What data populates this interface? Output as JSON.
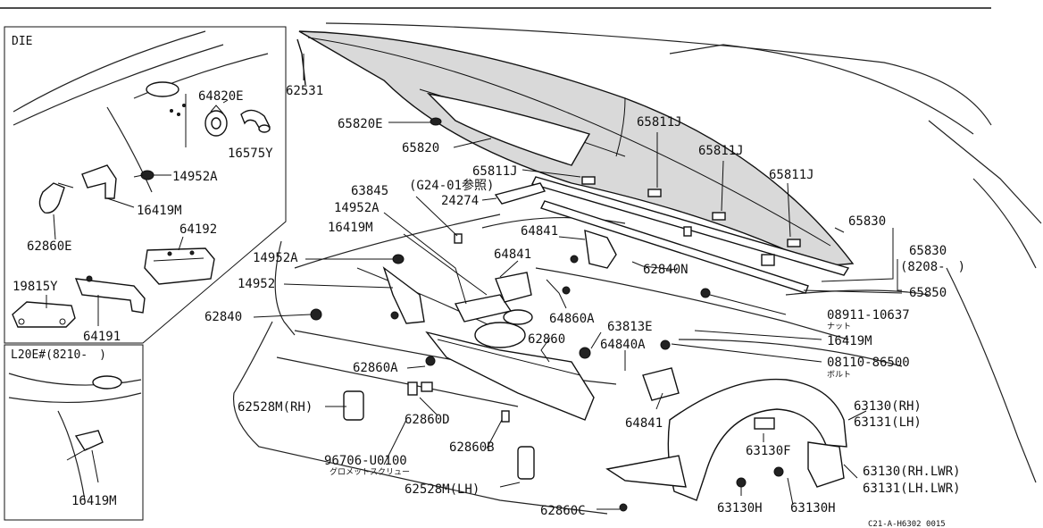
{
  "frames": {
    "die": "DIE",
    "l20e": "L20E#(8210-　)"
  },
  "labels": {
    "p62531": "62531",
    "p65820e": "65820E",
    "p65820": "65820",
    "p65811j_a": "65811J",
    "p65811j_b": "65811J",
    "p65811j_c": "65811J",
    "p65811j_d": "65811J",
    "g2401": "(G24-01参照)",
    "p24274": "24274",
    "p63845": "63845",
    "p14952a_1": "14952A",
    "p16419m_1": "16419M",
    "p14952a_2": "14952A",
    "p14952": "14952",
    "p62840": "62840",
    "p64841_a": "64841",
    "p64841_b": "64841",
    "p64841_c": "64841",
    "p62840n": "62840N",
    "p64860a": "64860A",
    "p62860": "62860",
    "p63813e": "63813E",
    "p64840a": "64840A",
    "p62860a": "62860A",
    "p62860d": "62860D",
    "p62528m_rh": "62528M(RH)",
    "p96706": "96706-U0100",
    "grommet_screw": "グロメットスクリュー",
    "p62860b": "62860B",
    "p62528m_lh": "62528M(LH)",
    "p62860c": "62860C",
    "p63130h_a": "63130H",
    "p63130h_b": "63130H",
    "p63130f": "63130F",
    "p63130rh": "63130(RH)",
    "p63131lh": "63131(LH)",
    "p63130rhlwr": "63130(RH.LWR)",
    "p63131lhlwr": "63131(LH.LWR)",
    "p65830_a": "65830",
    "p65830_b": "65830",
    "p8208": "(8208-　)",
    "p65850": "65850",
    "p08911": "08911-10637",
    "nut": "ナット",
    "p16419m_2": "16419M",
    "p08110": "08110-86500",
    "bolt": "ボルト",
    "p64820e": "64820E",
    "p16575y": "16575Y",
    "p14952a_3": "14952A",
    "p16419m_3": "16419M",
    "p64192": "64192",
    "p62860e": "62860E",
    "p19815y": "19815Y",
    "p64191": "64191",
    "p16419m_4": "16419M",
    "footer": "C21-A-H6302 0015"
  }
}
